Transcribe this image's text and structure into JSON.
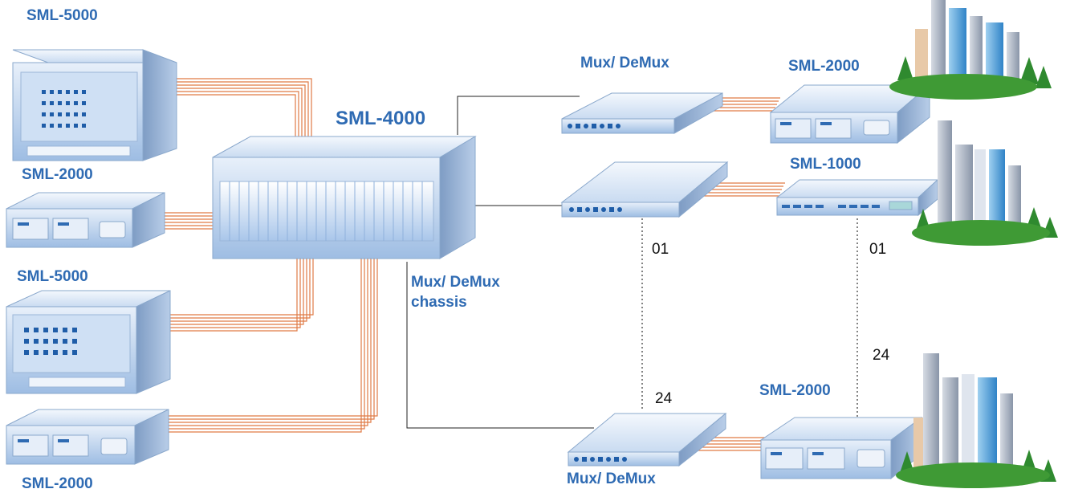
{
  "labels": {
    "sml5000_top": "SML-5000",
    "sml2000_left_upper": "SML-2000",
    "sml5000_mid": "SML-5000",
    "sml2000_bottom_left": "SML-2000",
    "sml4000": "SML-4000",
    "chassis_line1": "Mux/ DeMux",
    "chassis_line2": "chassis",
    "mux_top": "Mux/ DeMux",
    "mux_bottom": "Mux/ DeMux",
    "sml2000_top_right": "SML-2000",
    "sml1000": "SML-1000",
    "sml2000_bottom_right": "SML-2000"
  },
  "channels": {
    "left_start": "01",
    "left_end": "24",
    "right_start": "01",
    "right_end": "24"
  },
  "colors": {
    "label_blue": "#2f6bb3",
    "fiber": "#e07a45",
    "device_light": "#dbe8f8",
    "device_dark": "#7fa6d3",
    "port_blue": "#1f5da8"
  }
}
